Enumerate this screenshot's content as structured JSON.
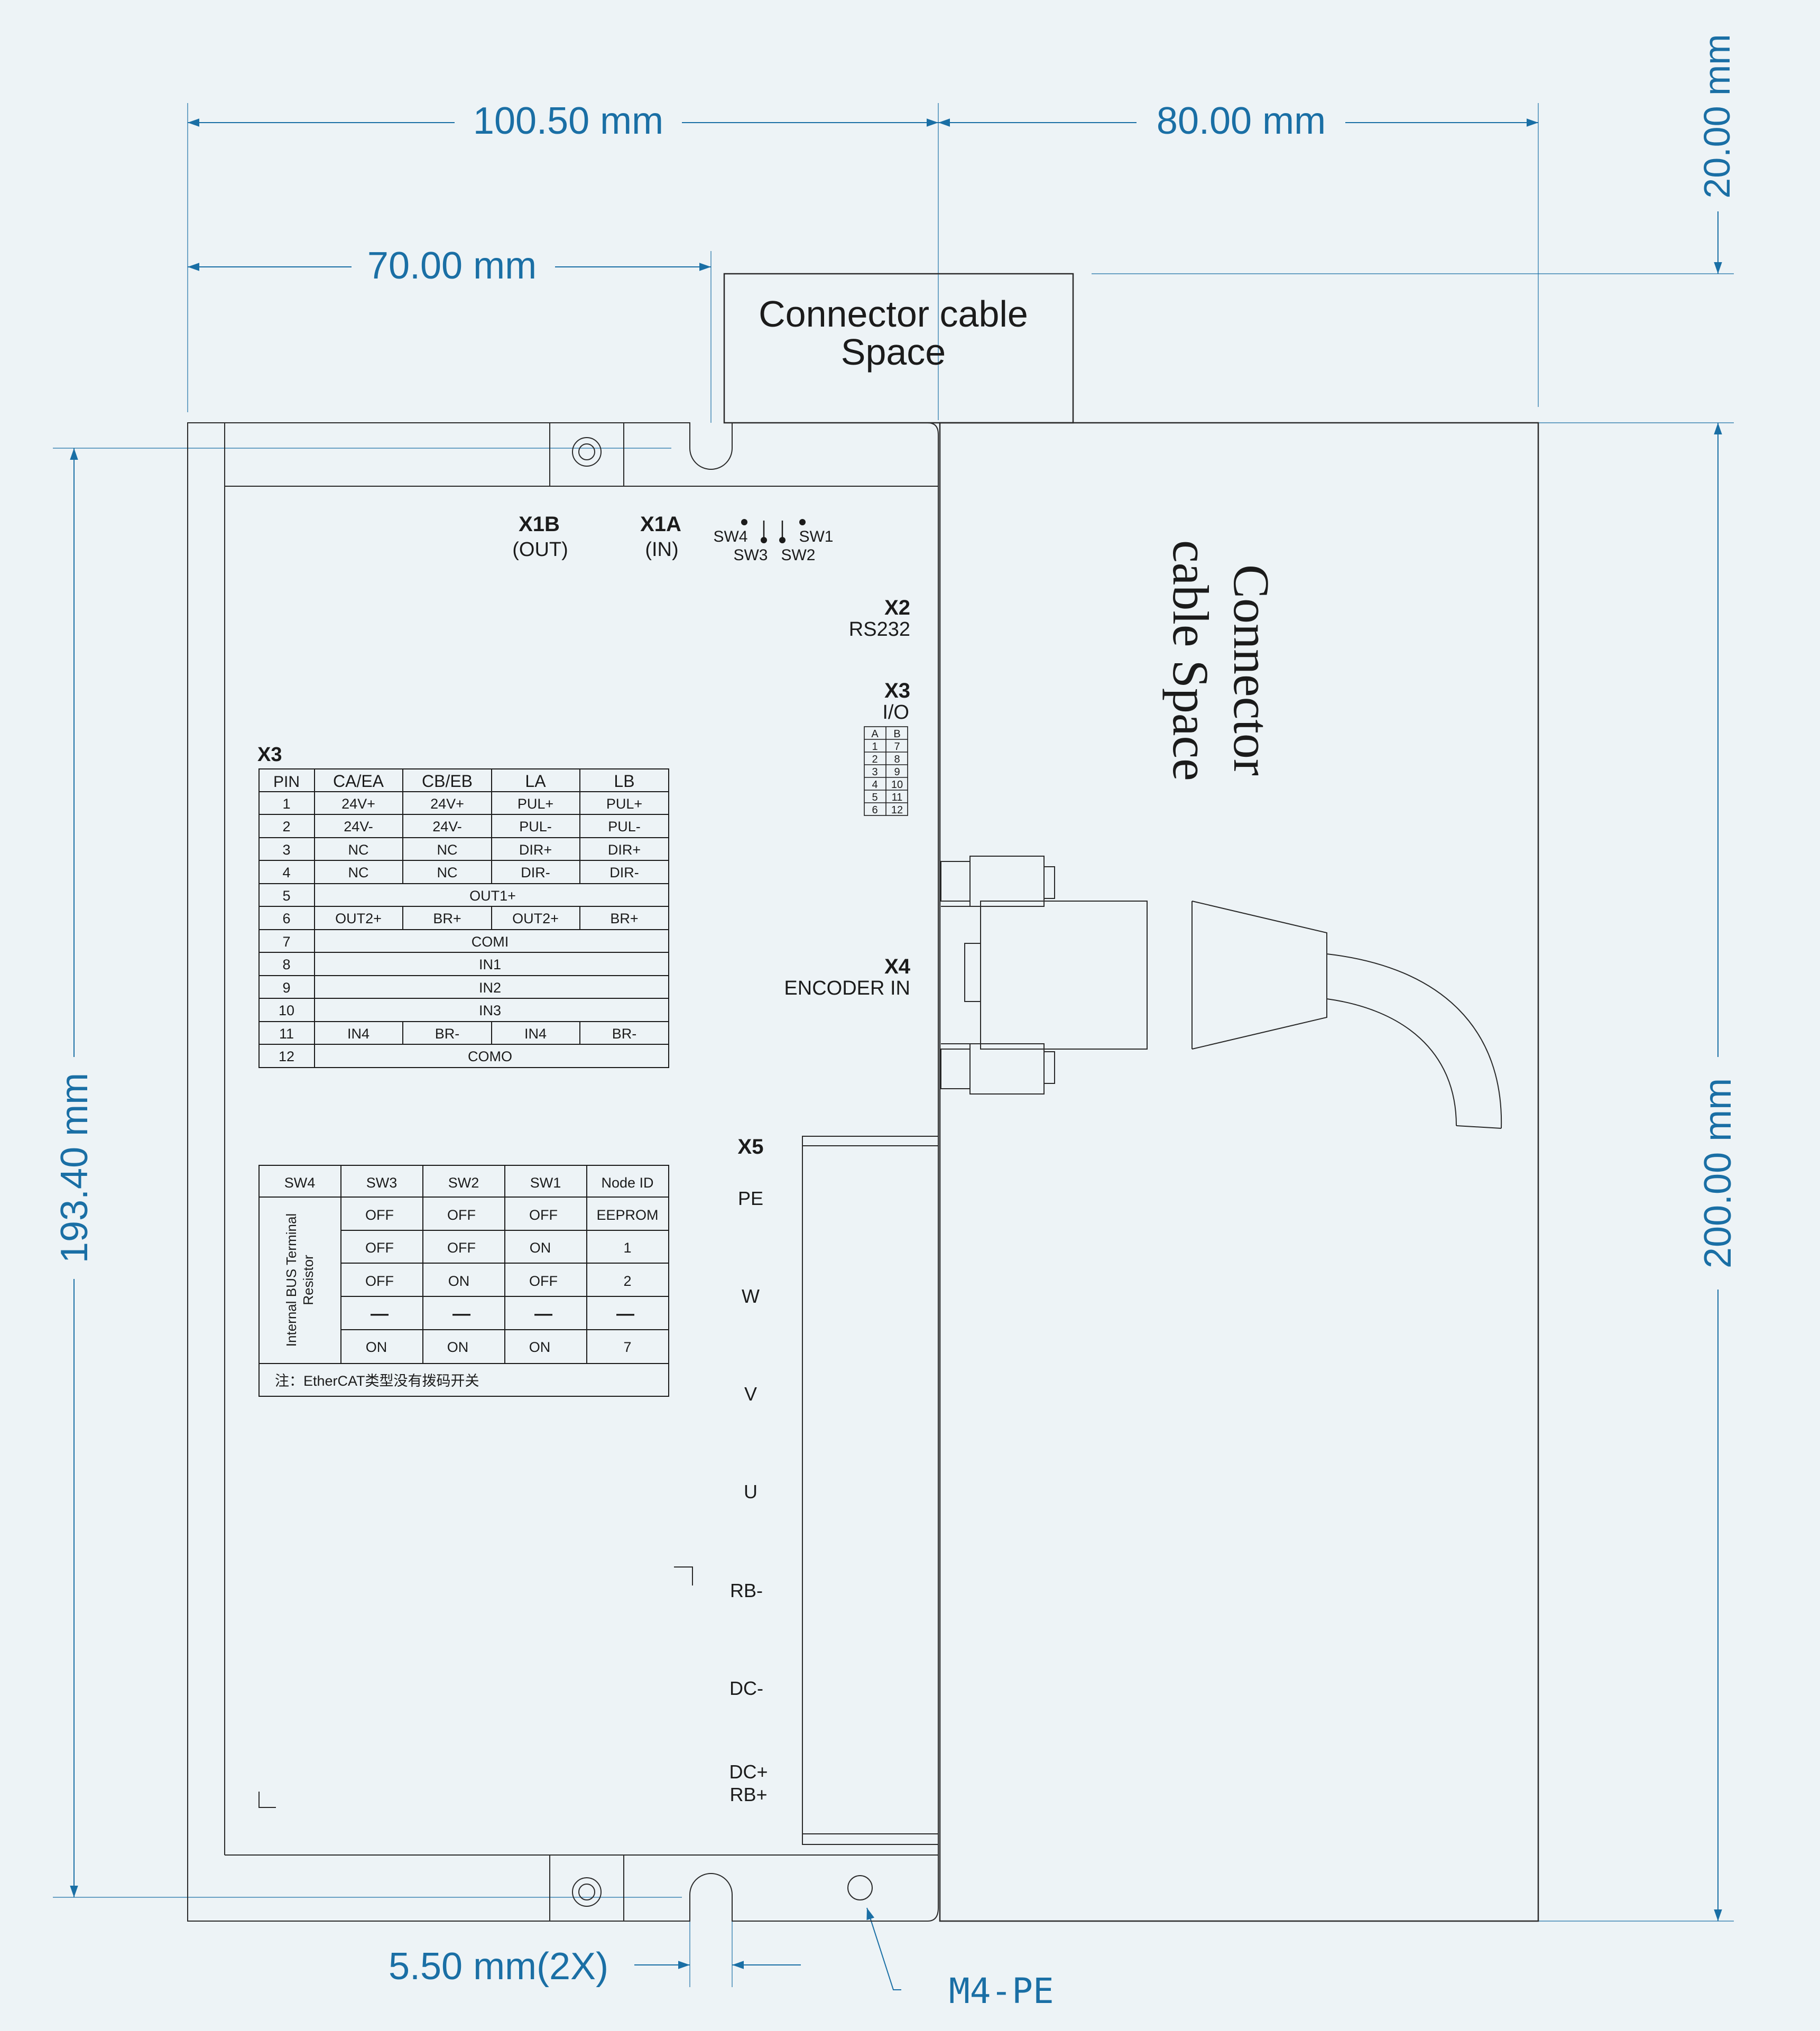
{
  "dimensions": {
    "width_total_left": "100.50 mm",
    "width_right": "80.00 mm",
    "width_inner": "70.00 mm",
    "height_top": "20.00 mm",
    "height_left": "193.40 mm",
    "height_right": "200.00 mm",
    "slot": "5.50 mm(2X)",
    "ground": "M4-PE"
  },
  "spaces": {
    "top_line1": "Connector cable",
    "top_line2": "Space",
    "side_line1": "Connector",
    "side_line2": "cable Space"
  },
  "connectors": {
    "x1b": "X1B",
    "x1b_sub": "(OUT)",
    "x1a": "X1A",
    "x1a_sub": "(IN)",
    "sw4": "SW4",
    "sw3": "SW3",
    "sw2": "SW2",
    "sw1": "SW1",
    "x2": "X2",
    "x2_sub": "RS232",
    "x3": "X3",
    "x3_sub": "I/O",
    "x4": "X4",
    "x4_sub": "ENCODER IN",
    "x5": "X5",
    "x5_terminals": [
      "PE",
      "W",
      "V",
      "U",
      "RB-",
      "DC-",
      "DC+",
      "RB+"
    ]
  },
  "io_mini": {
    "header": [
      "A",
      "B"
    ],
    "rows": [
      [
        "1",
        "7"
      ],
      [
        "2",
        "8"
      ],
      [
        "3",
        "9"
      ],
      [
        "4",
        "10"
      ],
      [
        "5",
        "11"
      ],
      [
        "6",
        "12"
      ]
    ]
  },
  "pin_table": {
    "title": "X3",
    "headers": [
      "PIN",
      "CA/EA",
      "CB/EB",
      "LA",
      "LB"
    ],
    "rows": [
      [
        "1",
        "24V+",
        "24V+",
        "PUL+",
        "PUL+"
      ],
      [
        "2",
        "24V-",
        "24V-",
        "PUL-",
        "PUL-"
      ],
      [
        "3",
        "NC",
        "NC",
        "DIR+",
        "DIR+"
      ],
      [
        "4",
        "NC",
        "NC",
        "DIR-",
        "DIR-"
      ],
      [
        "5",
        "OUT1+"
      ],
      [
        "6",
        "OUT2+",
        "BR+",
        "OUT2+",
        "BR+"
      ],
      [
        "7",
        "COMI"
      ],
      [
        "8",
        "IN1"
      ],
      [
        "9",
        "IN2"
      ],
      [
        "10",
        "IN3"
      ],
      [
        "11",
        "IN4",
        "BR-",
        "IN4",
        "BR-"
      ],
      [
        "12",
        "COMO"
      ]
    ]
  },
  "switch_table": {
    "headers": [
      "SW4",
      "SW3",
      "SW2",
      "SW1",
      "Node ID"
    ],
    "side_line1": "Internal BUS Terminal",
    "side_line2": "Resistor",
    "rows": [
      [
        "OFF",
        "OFF",
        "OFF",
        "EEPROM"
      ],
      [
        "OFF",
        "OFF",
        "ON",
        "1"
      ],
      [
        "OFF",
        "ON",
        "OFF",
        "2"
      ],
      [
        "—",
        "—",
        "—",
        "—"
      ],
      [
        "ON",
        "ON",
        "ON",
        "7"
      ]
    ],
    "note": "注：EtherCAT类型没有拨码开关"
  },
  "colors": {
    "background": "#edf3f6",
    "dimension": "#1a6fa5",
    "line": "#2a2a2a"
  }
}
